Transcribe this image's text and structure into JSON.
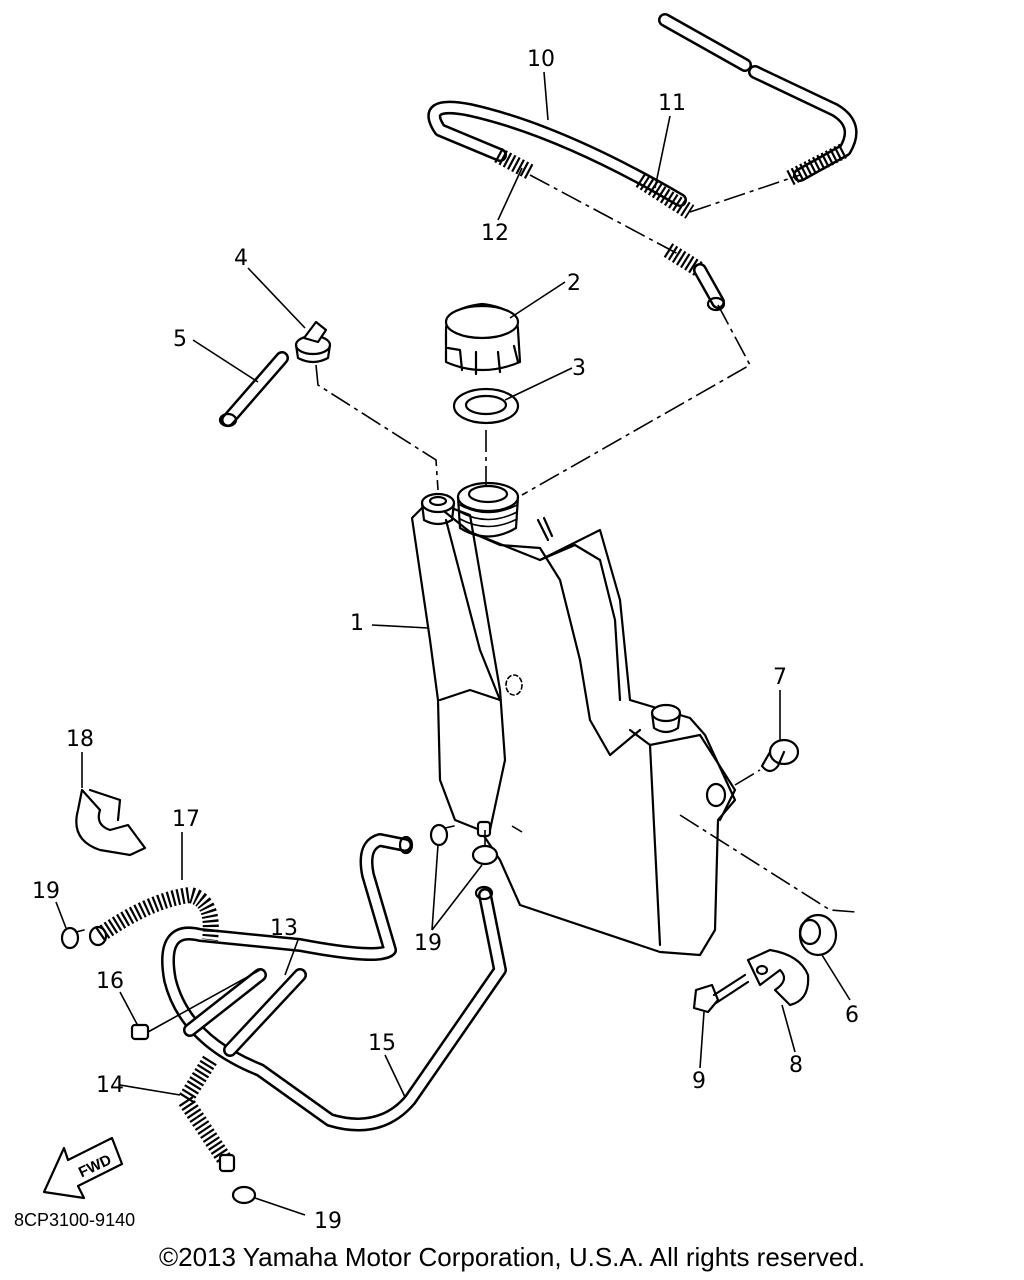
{
  "diagram": {
    "part_callouts": [
      "1",
      "2",
      "3",
      "4",
      "5",
      "6",
      "7",
      "8",
      "9",
      "10",
      "11",
      "12",
      "13",
      "14",
      "15",
      "16",
      "17",
      "18",
      "19",
      "19",
      "19"
    ],
    "fwd_label": "FWD",
    "diagram_code": "8CP3100-9140",
    "copyright": "©2013 Yamaha Motor Corporation, U.S.A. All rights reserved."
  }
}
